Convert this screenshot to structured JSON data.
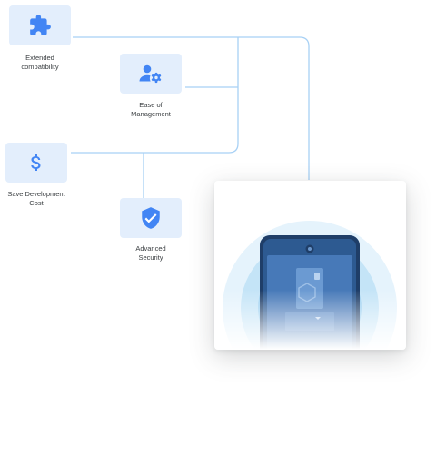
{
  "features": [
    {
      "id": "extended",
      "label": "Extended\ncompatibility",
      "icon": "puzzle-icon"
    },
    {
      "id": "management",
      "label": "Ease of\nManagement",
      "icon": "user-gear-icon"
    },
    {
      "id": "cost",
      "label": "Save Development\nCost",
      "icon": "dollar-icon"
    },
    {
      "id": "security",
      "label": "Advanced\nSecurity",
      "icon": "shield-check-icon"
    }
  ],
  "device": {
    "icon": "smartphone-icon"
  },
  "colors": {
    "accent": "#4285f4",
    "icon_box": "#e3eefc",
    "connector": "#a8d1f5",
    "label_text": "#3c4043"
  }
}
